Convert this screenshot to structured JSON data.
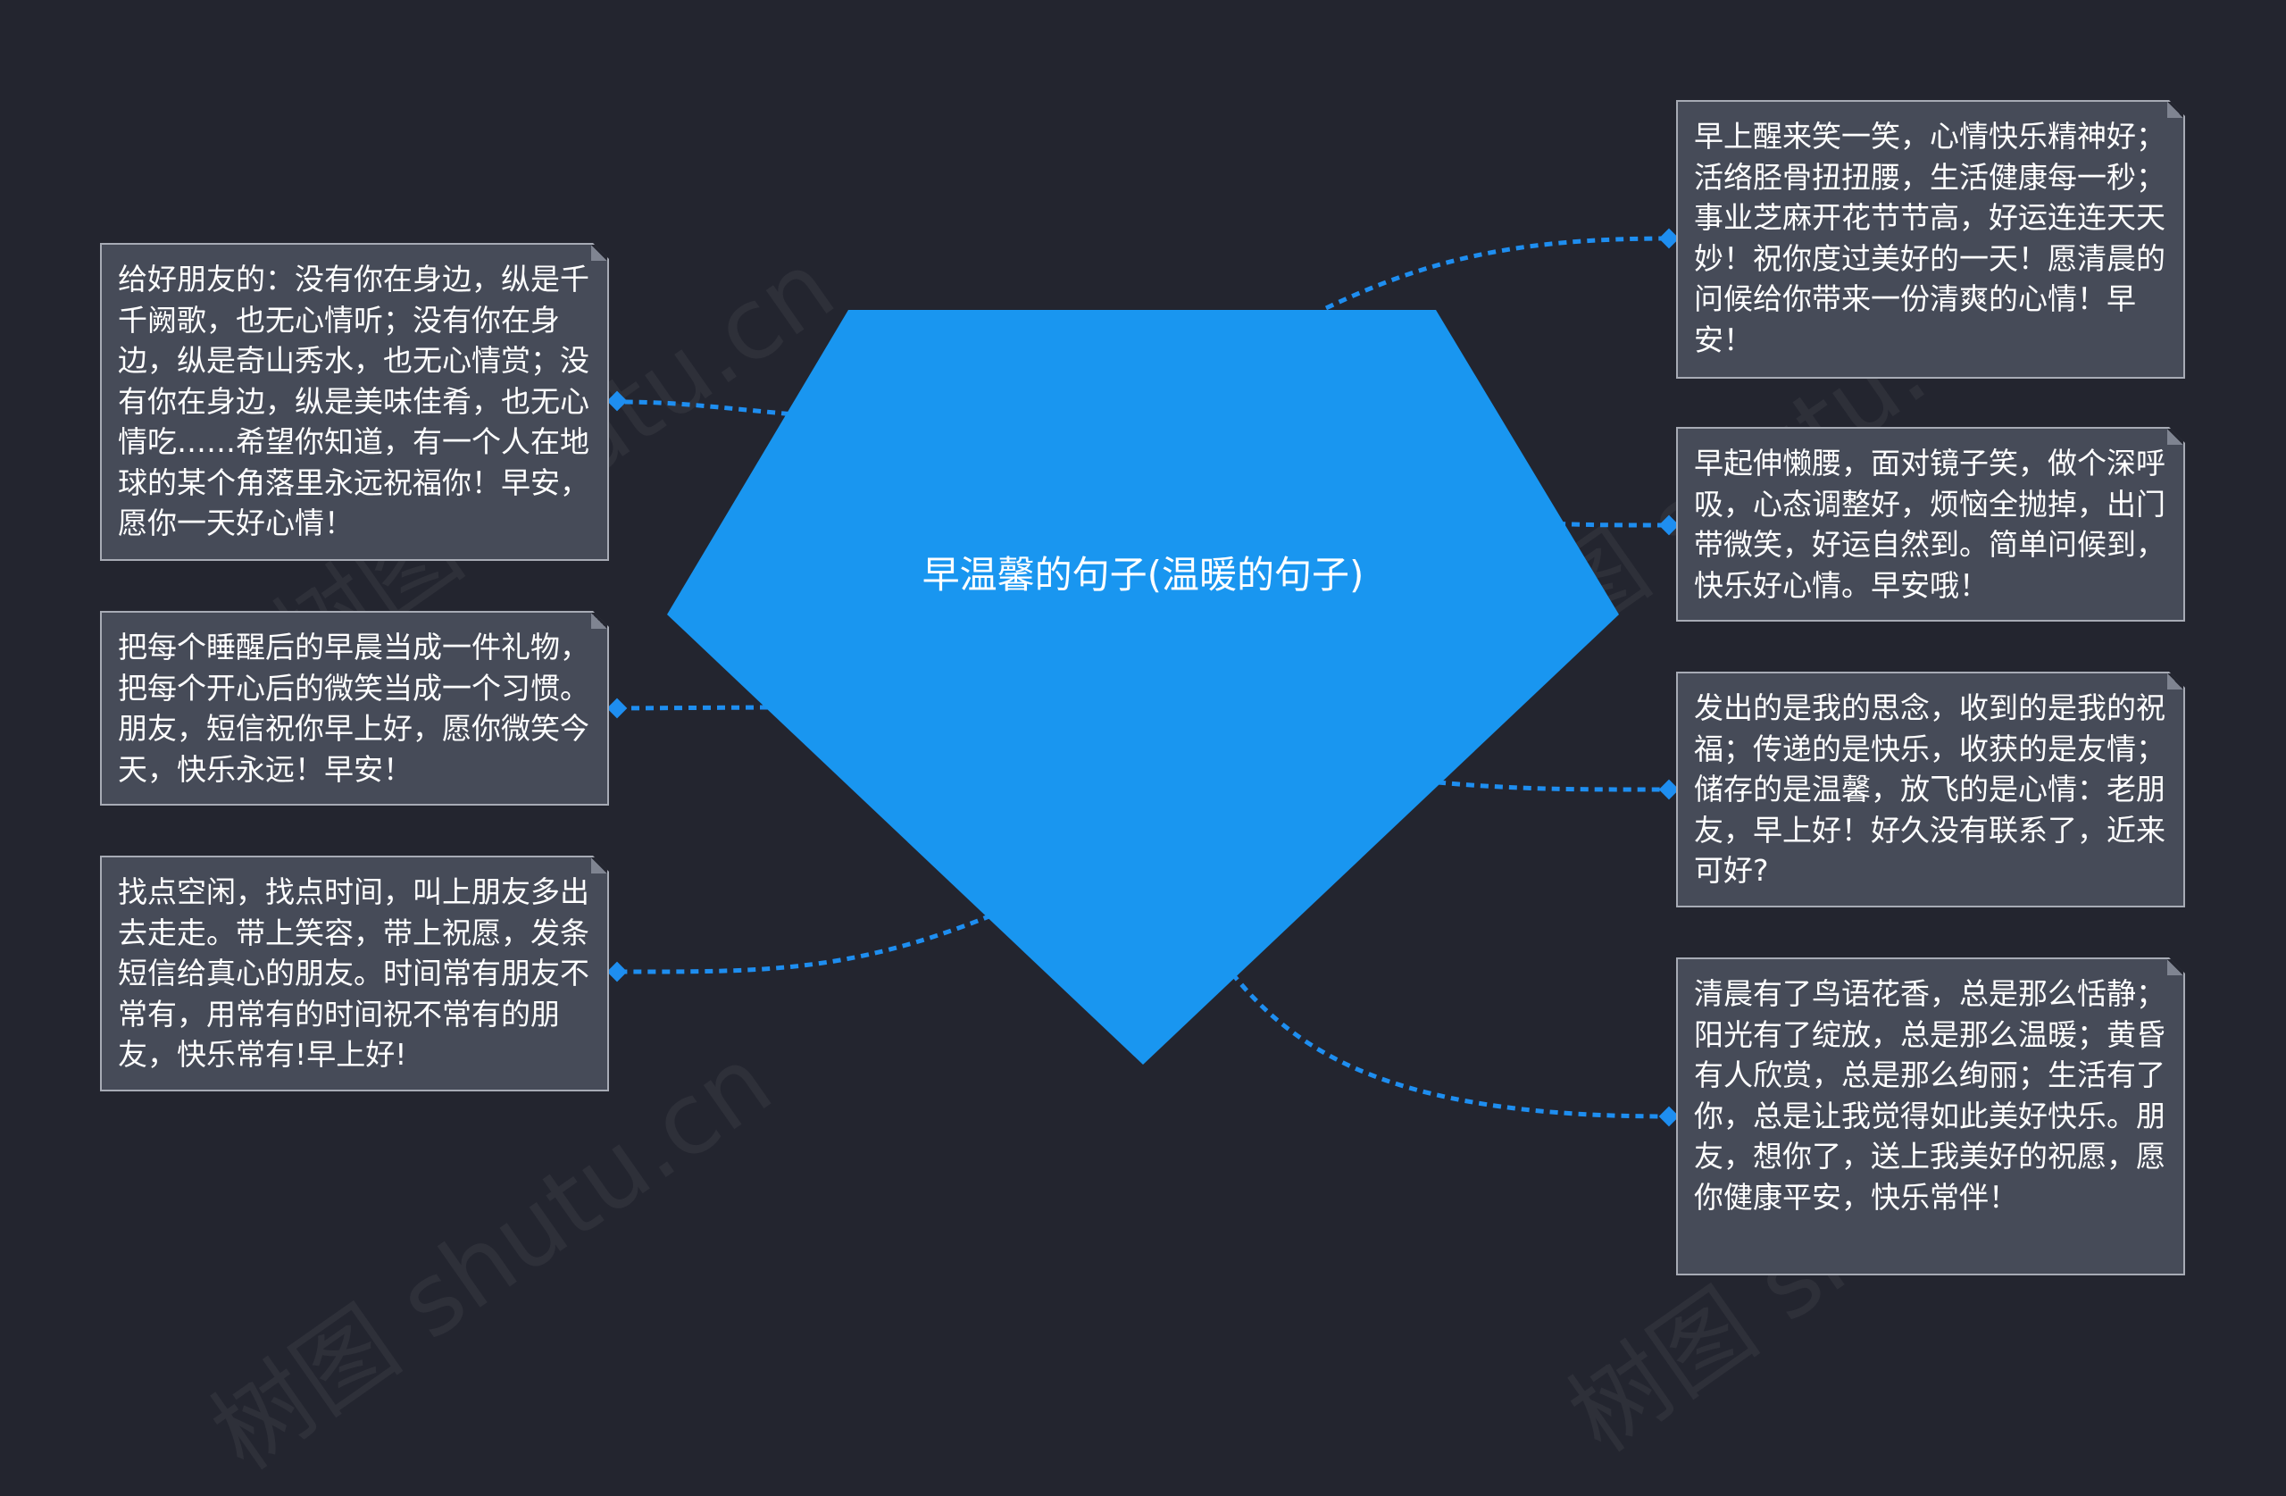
{
  "center": {
    "title": "早温馨的句子(温暖的句子)"
  },
  "watermark": "树图 shutu.cn",
  "colors": {
    "background": "#23252f",
    "center": "#1996f0",
    "connector": "#1e8ef0",
    "node_fill": "#464b58",
    "node_border": "#a7abb5"
  },
  "nodes": {
    "left": [
      {
        "text": "给好朋友的：没有你在身边，纵是千千阙歌，也无心情听；没有你在身边，纵是奇山秀水，也无心情赏；没有你在身边，纵是美味佳肴，也无心情吃……希望你知道，有一个人在地球的某个角落里永远祝福你！早安，愿你一天好心情！"
      },
      {
        "text": "把每个睡醒后的早晨当成一件礼物，把每个开心后的微笑当成一个习惯。朋友，短信祝你早上好，愿你微笑今天，快乐永远！早安！"
      },
      {
        "text": "找点空闲，找点时间，叫上朋友多出去走走。带上笑容，带上祝愿，发条短信给真心的朋友。时间常有朋友不常有，用常有的时间祝不常有的朋友，快乐常有!早上好!"
      }
    ],
    "right": [
      {
        "text": "早上醒来笑一笑，心情快乐精神好；活络胫骨扭扭腰，生活健康每一秒；事业芝麻开花节节高，好运连连天天妙！祝你度过美好的一天！愿清晨的问候给你带来一份清爽的心情！早安！"
      },
      {
        "text": "早起伸懒腰，面对镜子笑，做个深呼吸，心态调整好，烦恼全抛掉，出门带微笑，好运自然到。简单问候到，快乐好心情。早安哦！"
      },
      {
        "text": "发出的是我的思念，收到的是我的祝福；传递的是快乐，收获的是友情；储存的是温馨，放飞的是心情：老朋友，早上好！好久没有联系了，近来可好?"
      },
      {
        "text": "清晨有了鸟语花香，总是那么恬静；阳光有了绽放，总是那么温暖；黄昏有人欣赏，总是那么绚丽；生活有了你，总是让我觉得如此美好快乐。朋友，想你了，送上我美好的祝愿，愿你健康平安，快乐常伴！"
      }
    ]
  }
}
